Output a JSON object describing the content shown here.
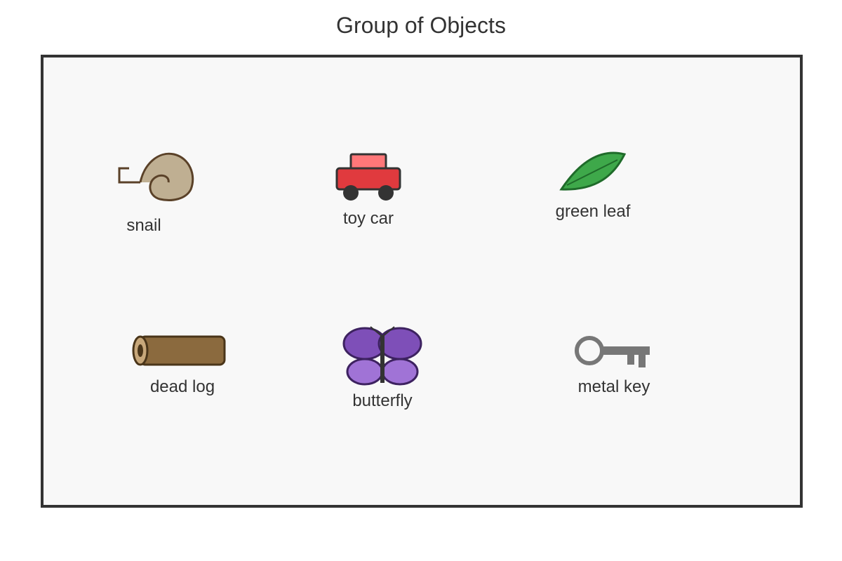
{
  "title": "Group of Objects",
  "objects": [
    {
      "label": "snail",
      "icon": "snail-icon"
    },
    {
      "label": "toy car",
      "icon": "toy-car-icon"
    },
    {
      "label": "green leaf",
      "icon": "leaf-icon"
    },
    {
      "label": "dead log",
      "icon": "log-icon"
    },
    {
      "label": "butterfly",
      "icon": "butterfly-icon"
    },
    {
      "label": "metal key",
      "icon": "key-icon"
    }
  ],
  "colors": {
    "frame_border": "#333333",
    "frame_fill": "#f8f8f8",
    "snail_shell": "#bfaf92",
    "car_body": "#e03a3e",
    "car_top": "#ff7779",
    "leaf": "#3ea84a",
    "log": "#8b6a3e",
    "butterfly_upper": "#7e4fb8",
    "butterfly_lower": "#a073d6",
    "key": "#777777"
  }
}
